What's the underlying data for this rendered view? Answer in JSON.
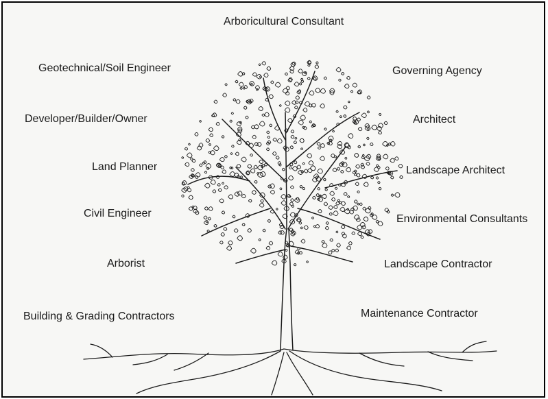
{
  "title": "Arboricultural Consultant",
  "left_roles": [
    "Geotechnical/Soil Engineer",
    "Developer/Builder/Owner",
    "Land Planner",
    "Civil Engineer",
    "Arborist",
    "Building & Grading Contractors"
  ],
  "right_roles": [
    "Governing Agency",
    "Architect",
    "Landscape Architect",
    "Environmental Consultants",
    "Landscape Contractor",
    "Maintenance Contractor"
  ],
  "colors": {
    "ink": "#1a1a1a",
    "paper": "#f7f7f5",
    "border": "#000000"
  }
}
